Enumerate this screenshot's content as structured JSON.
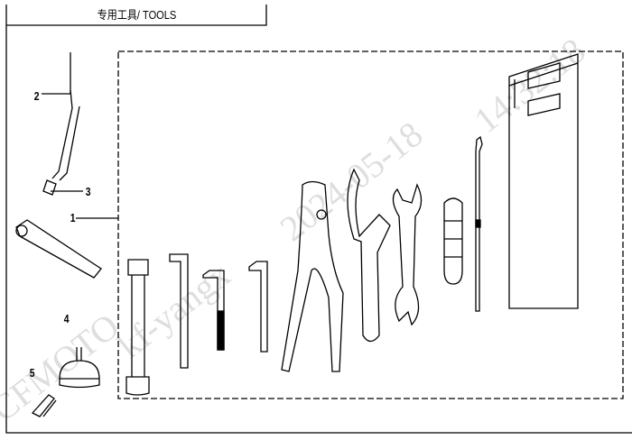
{
  "title": "专用工具/ TOOLS",
  "callouts": [
    "1",
    "2",
    "3",
    "4",
    "5"
  ],
  "watermark": {
    "brand": "CFMOTO",
    "user": "kf-yangx",
    "date": "2024-05-18",
    "time": "14:32:18"
  }
}
